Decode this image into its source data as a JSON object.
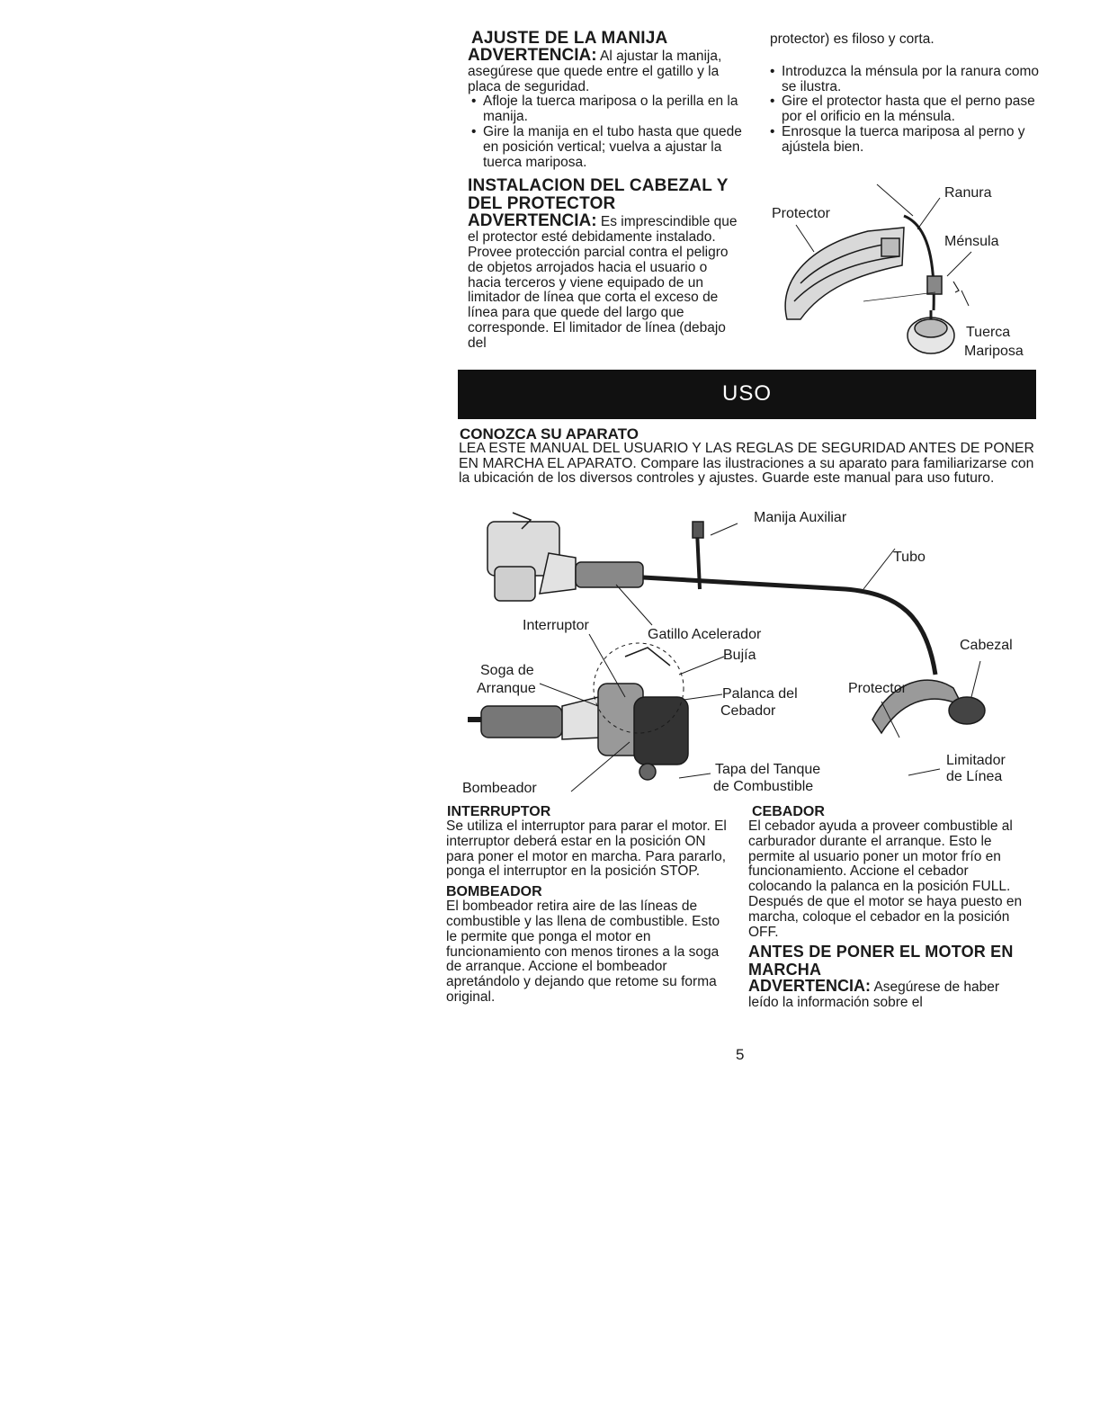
{
  "top_left": {
    "heading1": "AJUSTE DE LA MANIJA",
    "warning1_label": "ADVERTENCIA:",
    "warning1_text": " Al ajustar la manija, asegúrese que quede entre el gatillo y la placa de seguridad.",
    "bullets1": [
      "Afloje la tuerca mariposa o la perilla en la manija.",
      "Gire la manija en el tubo hasta que quede en posición vertical; vuelva a ajustar la tuerca mariposa."
    ],
    "heading2": "INSTALACION DEL CABEZAL Y DEL PROTECTOR",
    "warning2_label": "ADVERTENCIA:",
    "warning2_text": " Es imprescindible que el protector esté debidamente instalado. Provee protección parcial contra el peligro de objetos arrojados hacia el usuario o hacia terceros y viene equipado de un limitador de línea que corta el exceso de línea para que quede del largo que corresponde. El limitador de línea (debajo del"
  },
  "top_right": {
    "continuation": "protector) es filoso y corta.",
    "bullets": [
      "Introduzca la ménsula por la ranura como se ilustra.",
      "Gire el protector hasta que el perno pase por el orificio en la ménsula.",
      "Enrosque la tuerca mariposa al perno y ajústela bien."
    ],
    "fig_labels": {
      "ranura": "Ranura",
      "protector": "Protector",
      "mensula": "Ménsula",
      "tuerca": "Tuerca",
      "mariposa": "Mariposa"
    }
  },
  "section_bar": {
    "title": "USO",
    "bg_color": "#111111"
  },
  "conozca": {
    "heading": "CONOZCA SU APARATO",
    "text": "LEA ESTE MANUAL DEL USUARIO Y LAS REGLAS DE SEGURIDAD ANTES DE PONER EN MARCHA EL APARATO. Compare las ilustraciones a su aparato para familiarizarse con la ubicación de los diversos controles y ajustes. Guarde este manual para uso futuro."
  },
  "main_fig_labels": {
    "manija_auxiliar": "Manija Auxiliar",
    "tubo": "Tubo",
    "interruptor": "Interruptor",
    "gatillo": "Gatillo Acelerador",
    "cabezal": "Cabezal",
    "bujia": "Bujía",
    "soga_de": "Soga de",
    "arranque": "Arranque",
    "palanca_del": "Palanca del",
    "cebador": "Cebador",
    "protector": "Protector",
    "limitador": "Limitador",
    "de_linea": "de Línea",
    "tapa_del_tanque": "Tapa del Tanque",
    "de_combustible": "de Combustible",
    "bombeador": "Bombeador"
  },
  "bottom_left": {
    "heading1": "INTERRUPTOR",
    "text1": "Se utiliza el interruptor para parar el motor. El interruptor deberá estar en la posición ON para poner el motor en marcha. Para pararlo, ponga el interruptor en la posición STOP.",
    "heading2": "BOMBEADOR",
    "text2": "El bombeador retira aire de las líneas de combustible y las llena de combustible. Esto le permite que ponga el motor en funcionamiento con menos tirones a la soga de arranque. Accione el bombeador apretándolo y dejando que retome su forma original."
  },
  "bottom_right": {
    "heading1": "CEBADOR",
    "text1": "El cebador ayuda a proveer combustible al carburador durante el arranque. Esto le permite al usuario poner un motor frío en funcionamiento. Accione el cebador colocando la palanca en la posición FULL. Después de que el motor se haya puesto en marcha, coloque el cebador en la posición OFF.",
    "heading2": "ANTES DE PONER EL MOTOR EN MARCHA",
    "warning_label": "ADVERTENCIA:",
    "warning_text": " Asegúrese de haber leído la información sobre el"
  },
  "page_number": "5"
}
